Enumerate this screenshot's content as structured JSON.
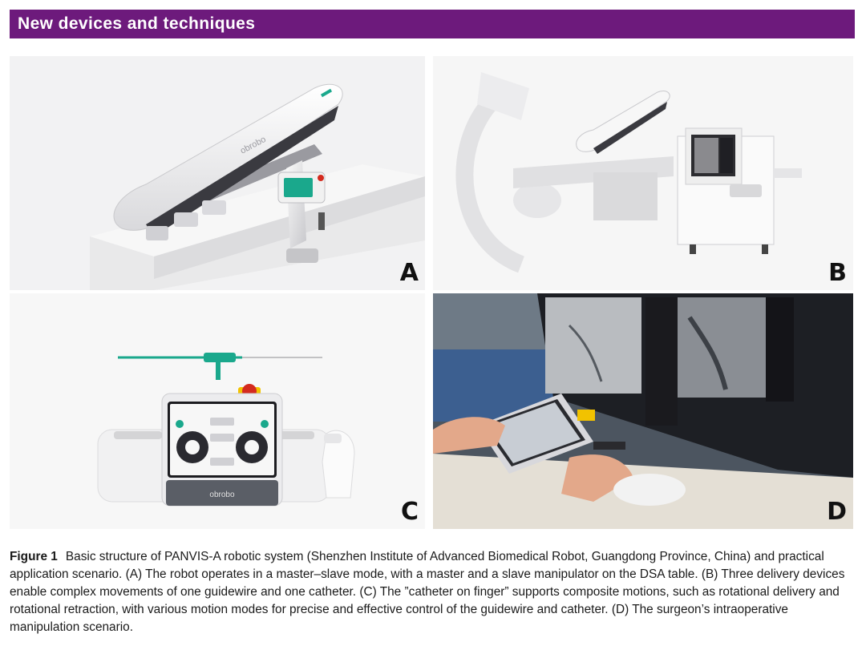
{
  "header": {
    "title": "New devices and techniques"
  },
  "figure": {
    "panels": [
      {
        "letter": "A"
      },
      {
        "letter": "B"
      },
      {
        "letter": "C"
      },
      {
        "letter": "D"
      }
    ],
    "device_brand": "obrobo",
    "caption_label": "Figure 1",
    "caption_text": "Basic structure of PANVIS-A robotic system (Shenzhen Institute of Advanced Biomedical Robot, Guangdong Province, China) and practical application scenario. (A) The robot operates in a master–slave mode, with a master and a slave manipulator on the DSA table. (B) Three delivery devices enable complex movements of one guidewire and one catheter. (C) The ”catheter on finger” supports composite motions, such as rotational delivery and rotational retraction, with various motion modes for precise and effective control of the guidewire and catheter. (D) The surgeon’s intraoperative manipulation scenario."
  },
  "colors": {
    "banner": "#6d1a7c",
    "accent_teal": "#1aa88c",
    "emergency_red": "#d42a1e",
    "emergency_yellow": "#f2c200"
  }
}
